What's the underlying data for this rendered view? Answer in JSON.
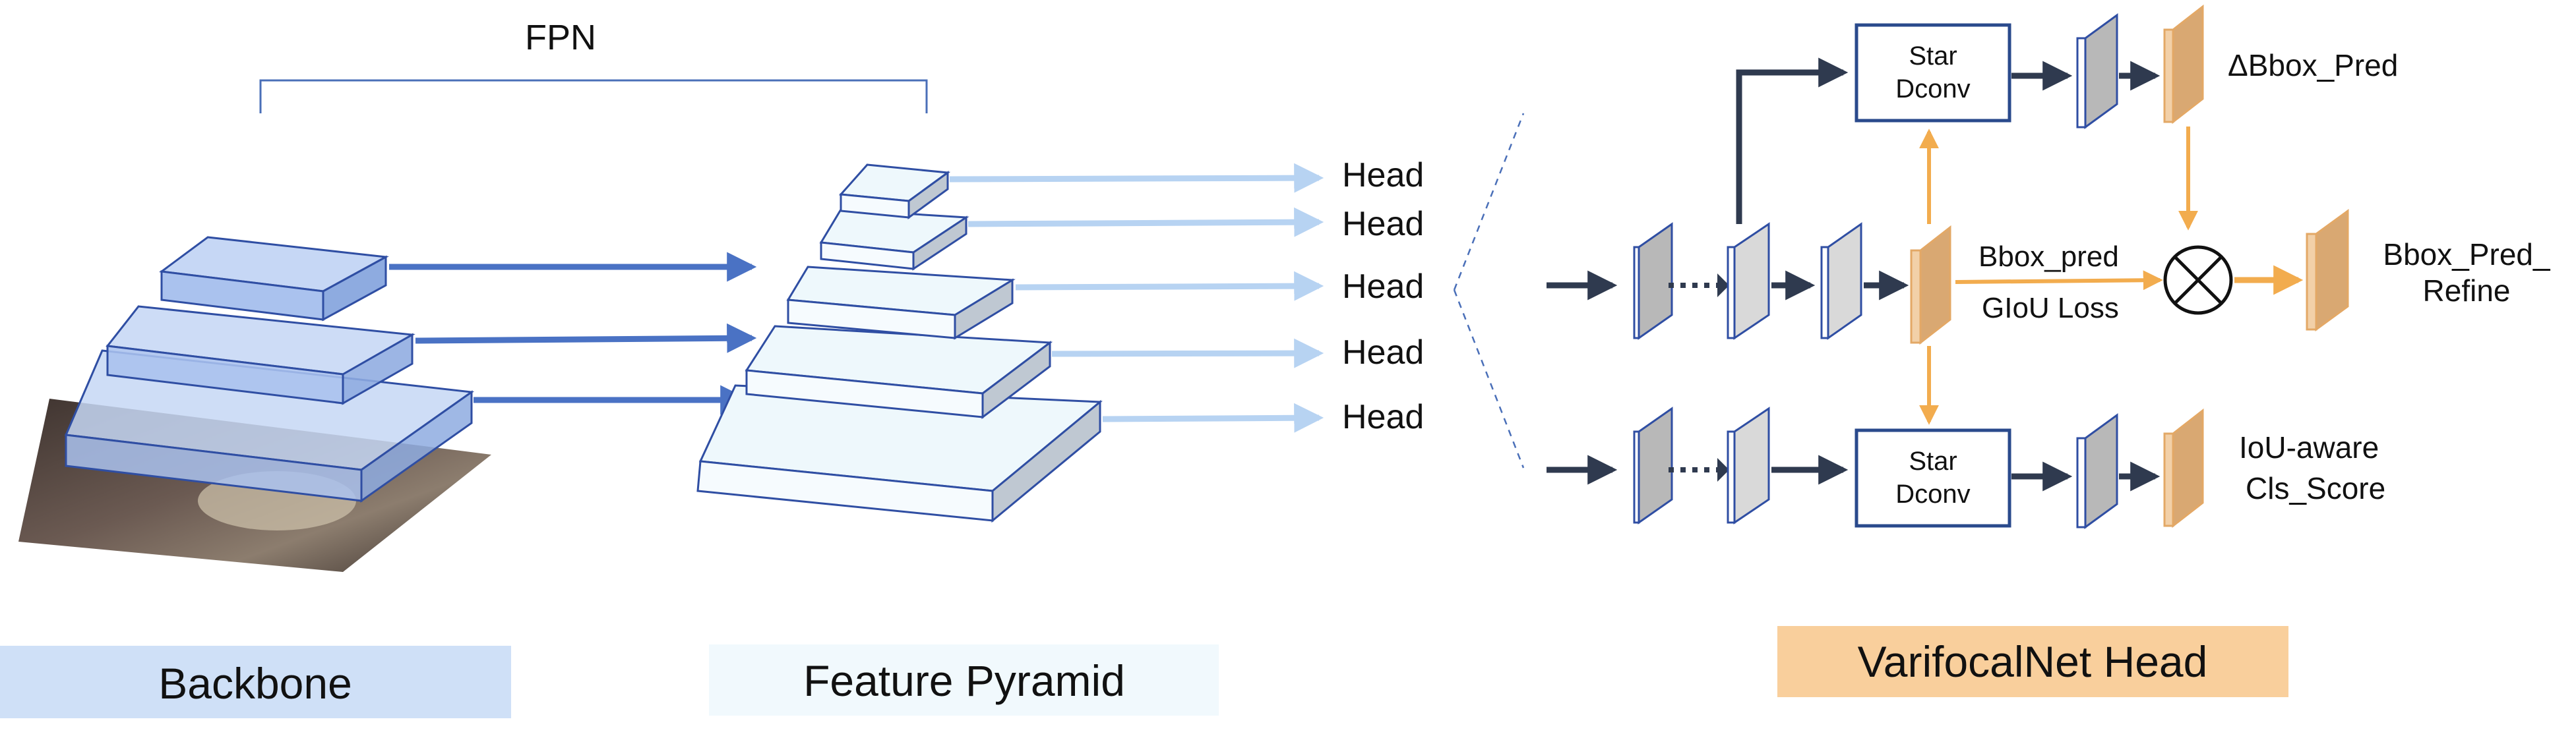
{
  "fpn": {
    "bracket_label": "FPN"
  },
  "heads": [
    "Head",
    "Head",
    "Head",
    "Head",
    "Head"
  ],
  "sections": {
    "backbone": "Backbone",
    "feature_pyramid": "Feature Pyramid",
    "varifocal_head": "VarifocalNet Head"
  },
  "head_detail": {
    "star_dconv_top": [
      "Star",
      "Dconv"
    ],
    "star_dconv_bottom": [
      "Star",
      "Dconv"
    ],
    "delta_bbox_pred": "ΔBbox_Pred",
    "bbox_pred": "Bbox_pred",
    "giou_loss": "GIoU Loss",
    "bbox_pred_refine": [
      "Bbox_Pred_",
      "Refine"
    ],
    "iou_aware": [
      "IoU-aware",
      "Cls_Score"
    ]
  },
  "colors": {
    "backbone_fill": "#c6d7f5",
    "backbone_stroke": "#2f4ea3",
    "backbone_label_bg": "#cfe0f7",
    "pyramid_fill": "#eef8fc",
    "pyramid_label_bg": "#f1f9fd",
    "head_label_bg": "#f9cf9c",
    "arrow_dark": "#2f3a4f",
    "arrow_orange": "#f2ac4e",
    "arrow_blue": "#4a72c4",
    "arrow_light": "#b7d3f2",
    "feature_map_gray": "#d9d9d9",
    "feature_map_orange": "#e3bd8f"
  }
}
